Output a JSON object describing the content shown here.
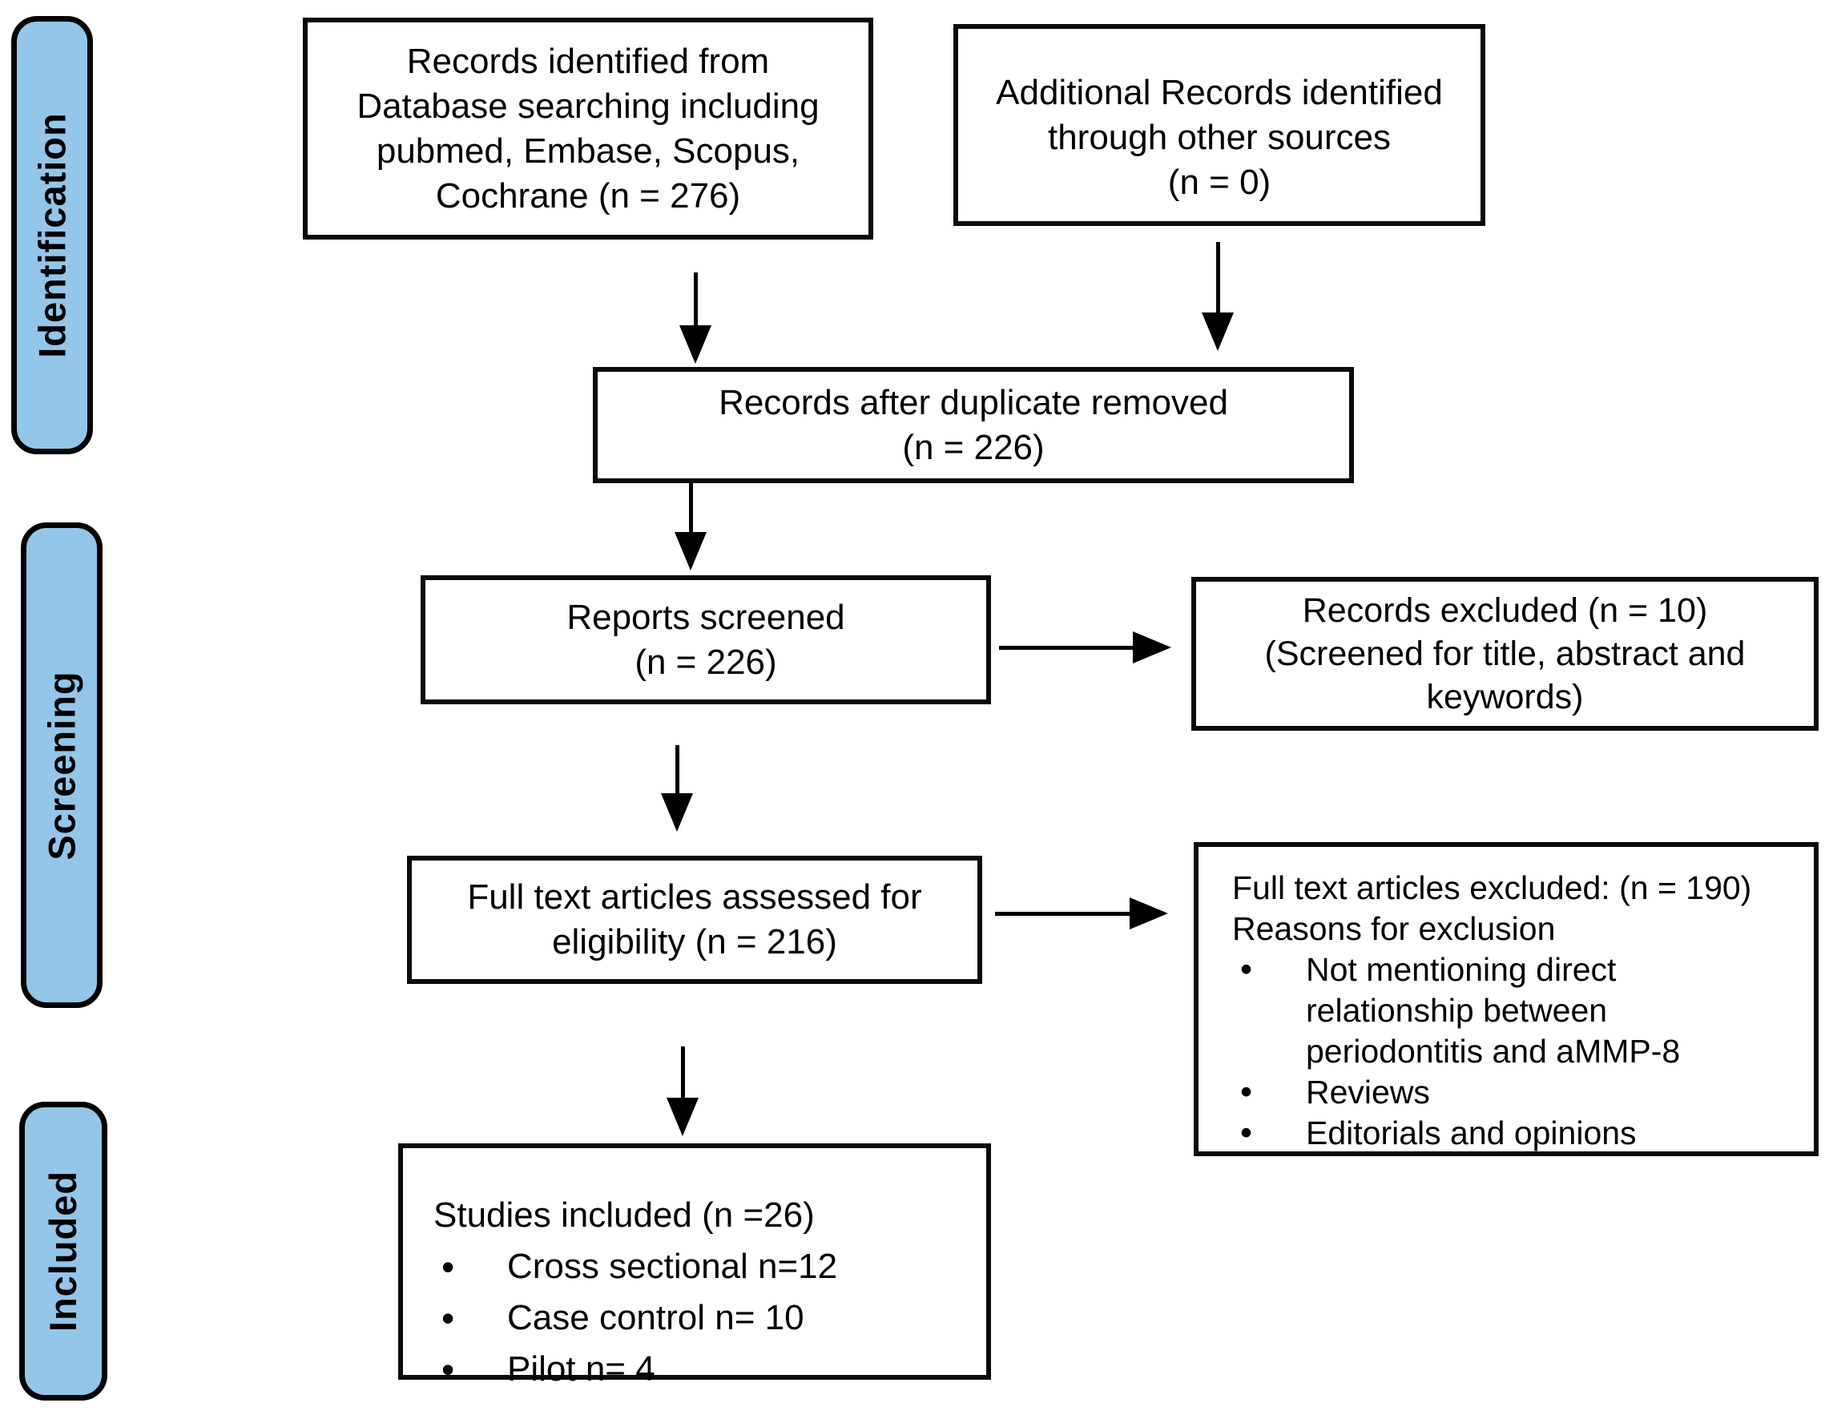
{
  "stages": {
    "identification": "Identification",
    "screening": "Screening",
    "included": "Included"
  },
  "boxes": {
    "db_search": {
      "lines": [
        "Records identified from",
        "Database searching including",
        "pubmed, Embase, Scopus,",
        "Cochrane (n = 276)"
      ]
    },
    "other_sources": {
      "lines": [
        "Additional Records identified",
        "through other sources",
        "(n = 0)"
      ]
    },
    "after_duplicates": {
      "lines": [
        "Records after duplicate removed",
        "(n = 226)"
      ]
    },
    "reports_screened": {
      "lines": [
        "Reports screened",
        "(n = 226)"
      ]
    },
    "records_excluded": {
      "lines": [
        "Records excluded (n = 10)",
        "(Screened for title, abstract and",
        "keywords)"
      ]
    },
    "full_text_assessed": {
      "lines": [
        "Full text articles assessed for",
        "eligibility (n = 216)"
      ]
    },
    "full_text_excluded": {
      "title_lines": [
        "Full text articles excluded: (n = 190)",
        "Reasons for exclusion"
      ],
      "bullets": [
        "Not mentioning direct relationship between periodontitis and aMMP-8",
        "Reviews",
        "Editorials and opinions"
      ]
    },
    "studies_included": {
      "title": "Studies included (n =26)",
      "bullets": [
        "Cross sectional n=12",
        "Case control n= 10",
        "Pilot n= 4"
      ]
    }
  },
  "glyphs": {
    "bullet": "•"
  },
  "colors": {
    "stage_fill": "#93C6E9",
    "stage_border": "#000000",
    "box_border": "#0A0A0A",
    "arrow": "#000000",
    "text": "#000000",
    "background": "#FFFFFF"
  }
}
